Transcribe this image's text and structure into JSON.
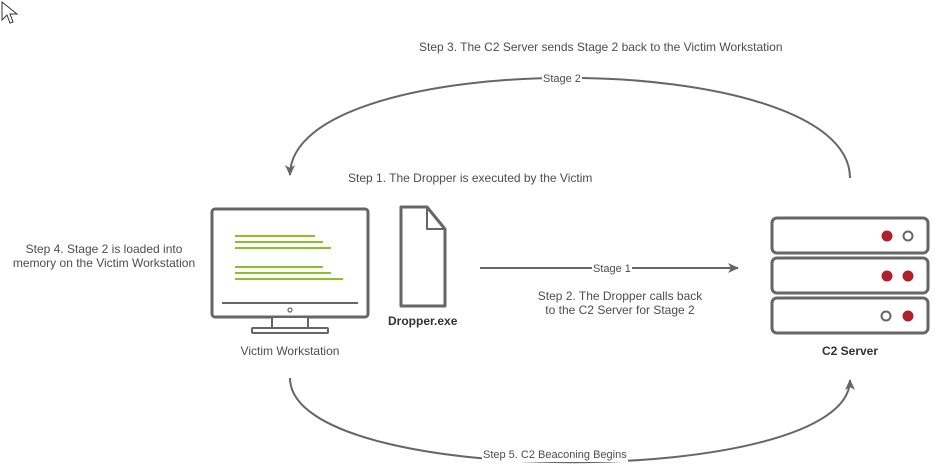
{
  "steps": {
    "step1": "Step 1. The Dropper is executed by the Victim",
    "step2": "Step 2. The Dropper calls back\nto the C2 Server for Stage 2",
    "step3": "Step 3. The C2 Server sends Stage 2 back to the Victim Workstation",
    "step4": "Step 4. Stage 2 is loaded into\nmemory on the Victim Workstation",
    "step5": "Step 5. C2 Beaconing Begins"
  },
  "links": {
    "stage1": "Stage 1",
    "stage2": "Stage 2"
  },
  "nodes": {
    "workstation": "Victim Workstation",
    "dropper": "Dropper.exe",
    "server": "C2 Server"
  },
  "colors": {
    "stroke": "#666666",
    "code_lines": "#8cbf26",
    "server_led": "#b0202a",
    "text": "#4d4d4d"
  },
  "icons": [
    "cursor-icon",
    "monitor-icon",
    "file-icon",
    "server-icon"
  ]
}
